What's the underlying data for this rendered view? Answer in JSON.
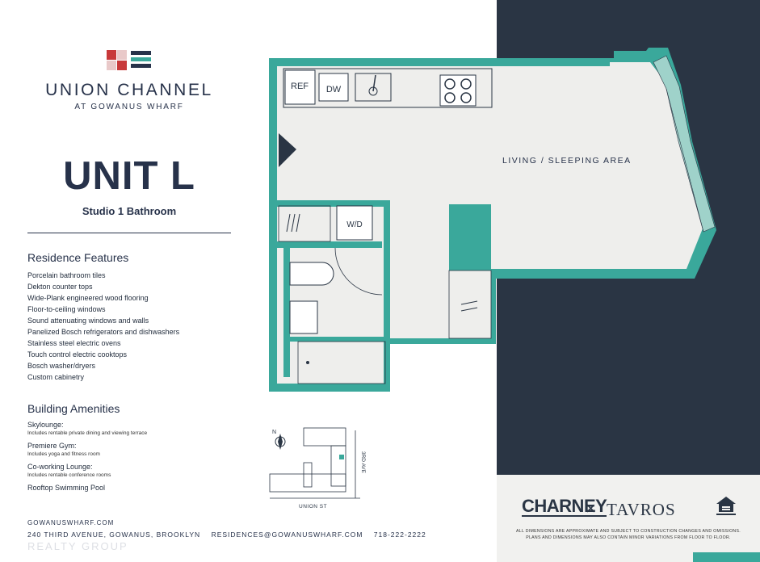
{
  "brand": {
    "name": "UNION CHANNEL",
    "tagline": "AT GOWANUS WHARF"
  },
  "unit": {
    "title": "UNIT L",
    "subtitle": "Studio 1 Bathroom"
  },
  "features": {
    "heading": "Residence Features",
    "items": [
      "Porcelain bathroom tiles",
      "Dekton counter tops",
      "Wide-Plank engineered wood flooring",
      "Floor-to-ceiling windows",
      "Sound attenuating windows and walls",
      "Panelized Bosch refrigerators and dishwashers",
      "Stainless steel electric ovens",
      "Touch control electric cooktops",
      "Bosch washer/dryers",
      "Custom cabinetry"
    ]
  },
  "amenities": {
    "heading": "Building Amenities",
    "items": [
      {
        "name": "Skylounge:",
        "desc": "Includes rentable private dining and viewing terrace"
      },
      {
        "name": "Premiere Gym:",
        "desc": "Includes yoga and fitness room"
      },
      {
        "name": "Co-working Lounge:",
        "desc": "Includes rentable conference rooms"
      },
      {
        "name": "Rooftop Swimming Pool",
        "desc": ""
      }
    ]
  },
  "footer": {
    "website": "GOWANUSWHARF.COM",
    "address": "240 THIRD AVENUE, GOWANUS, BROOKLYN",
    "email": "RESIDENCES@GOWANUSWHARF.COM",
    "phone": "718-222-2222"
  },
  "watermark": "REALTY GROUP",
  "plan": {
    "living_label": "LIVING / SLEEPING AREA",
    "ref_label": "REF",
    "dw_label": "DW",
    "wd_label": "W/D",
    "north_label": "N",
    "street_label": "UNION ST",
    "avenue_label": "3RD AVE"
  },
  "partners": {
    "left": "CHARNEY",
    "sep": "×",
    "right": "TAVROS"
  },
  "disclaimer": {
    "line1": "ALL DIMENSIONS ARE APPROXIMATE AND SUBJECT TO CONSTRUCTION CHANGES AND OMISSIONS.",
    "line2": "PLANS AND DIMENSIONS MAY ALSO CONTAIN MINOR VARIATIONS FROM FLOOR TO FLOOR."
  },
  "colors": {
    "navy": "#2a3544",
    "teal": "#3aa89b",
    "wall_fill": "#eeeeec",
    "red": "#c8393a"
  }
}
